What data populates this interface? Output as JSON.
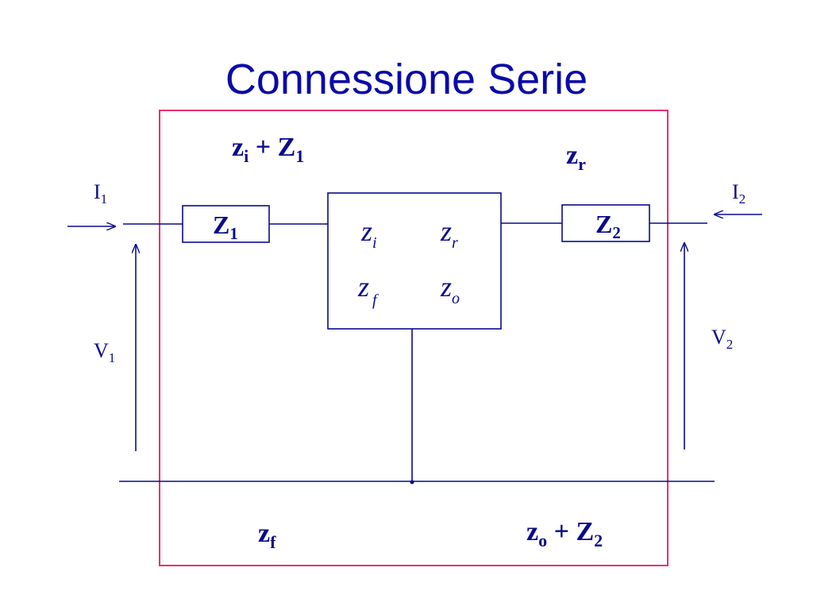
{
  "title": "Connessione Serie",
  "colors": {
    "title": "#0a0aa8",
    "lines": "#0a0a8c",
    "frame": "#e8306a",
    "background": "#ffffff"
  },
  "labels": {
    "top_left": {
      "base": "z",
      "sub": "i",
      "mid": " + Z",
      "sub2": "1"
    },
    "top_right": {
      "base": "z",
      "sub": "r"
    },
    "bottom_left": {
      "base": "z",
      "sub": "f"
    },
    "bottom_right": {
      "base": "z",
      "sub": "o",
      "mid": " + Z",
      "sub2": "2"
    }
  },
  "impedances": {
    "left": {
      "base": "Z",
      "sub": "1"
    },
    "right": {
      "base": "Z",
      "sub": "2"
    }
  },
  "matrix": {
    "zi": {
      "base": "z",
      "sub": "i"
    },
    "zr": {
      "base": "z",
      "sub": "r"
    },
    "zf": {
      "base": "z",
      "sub": "f"
    },
    "zo": {
      "base": "z",
      "sub": "o"
    }
  },
  "ports": {
    "I1": {
      "base": "I",
      "sub": "1"
    },
    "I2": {
      "base": "I",
      "sub": "2"
    },
    "V1": {
      "base": "V",
      "sub": "1"
    },
    "V2": {
      "base": "V",
      "sub": "2"
    }
  }
}
